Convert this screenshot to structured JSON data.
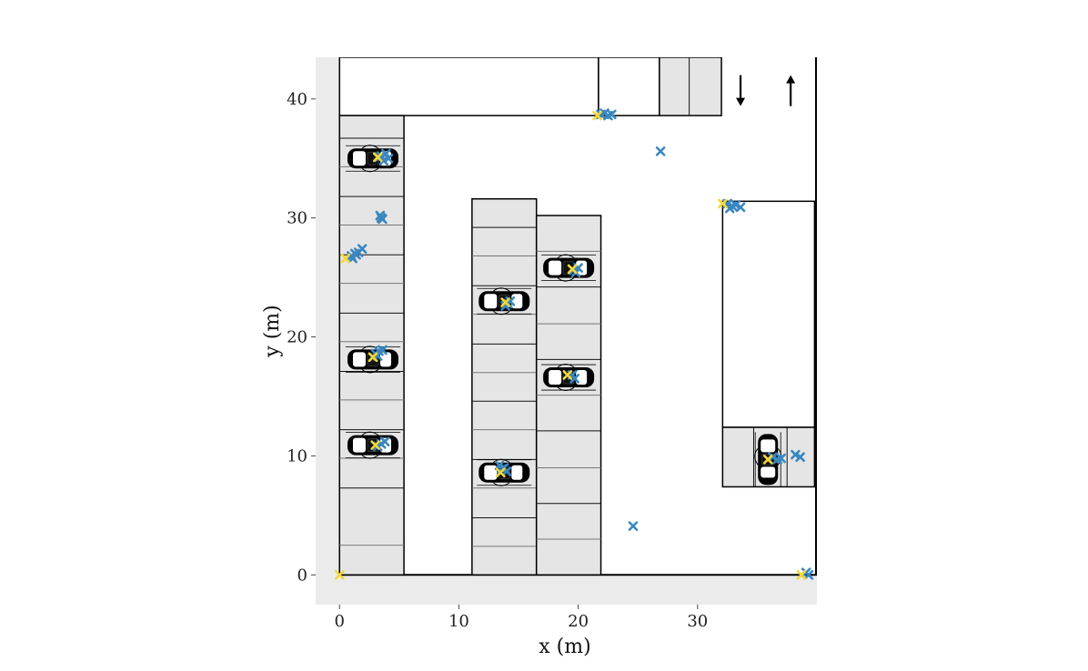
{
  "chart_data": {
    "type": "scatter",
    "xlabel": "x (m)",
    "ylabel": "y (m)",
    "xlim": [
      -2,
      40
    ],
    "ylim": [
      -2.5,
      43.5
    ],
    "x_ticks": [
      0,
      10,
      20,
      30
    ],
    "y_ticks": [
      0,
      10,
      20,
      30,
      40
    ],
    "grid": false,
    "legend": "none",
    "colors": {
      "panel_background": "#ebebeb",
      "map_surface": "#ffffff",
      "parking_area": "#e5e5e5",
      "estimate_marker": "#3a87c0",
      "reference_marker": "#f2d83a"
    },
    "map": {
      "parking_blocks": [
        {
          "x0": 0,
          "x1": 5.4,
          "y0": 0,
          "y1": 38.6,
          "dividers_y": [
            2.5,
            7.3,
            9.8,
            12.2,
            14.7,
            17.1,
            19.6,
            22.0,
            24.5,
            26.9,
            29.4,
            31.8,
            34.3,
            36.7
          ]
        },
        {
          "x0": 11.1,
          "x1": 16.5,
          "y0": 0,
          "y1": 31.6,
          "dividers_y": [
            2.4,
            4.8,
            7.3,
            9.7,
            12.2,
            14.6,
            17.0,
            19.4,
            21.9,
            24.3,
            26.8,
            29.2
          ]
        },
        {
          "x0": 16.5,
          "x1": 21.9,
          "y0": 0,
          "y1": 30.2,
          "dividers_y": [
            3.0,
            6.0,
            9.0,
            12.1,
            15.1,
            18.1,
            21.1,
            24.2,
            27.2
          ]
        },
        {
          "x0": 26.8,
          "x1": 32.0,
          "y0": 38.6,
          "y1": 43.5,
          "dividers_x": [
            29.3
          ]
        },
        {
          "x0": 32.1,
          "x1": 39.8,
          "y0": 7.4,
          "y1": 12.4,
          "dividers_x": [
            34.7,
            37.5
          ]
        }
      ],
      "building_outlines": [
        {
          "x0": 0,
          "x1": 21.7,
          "y0": 38.6,
          "y1": 43.5
        },
        {
          "x0": 21.7,
          "x1": 26.8,
          "y0": 38.6,
          "y1": 43.5
        },
        {
          "x0": 32.1,
          "x1": 39.8,
          "y0": 12.4,
          "y1": 31.4
        }
      ],
      "direction_arrows": [
        {
          "x": 33.6,
          "y_from": 42.0,
          "y_to": 39.4,
          "direction": "down"
        },
        {
          "x": 37.8,
          "y_from": 39.4,
          "y_to": 42.0,
          "direction": "up"
        }
      ],
      "parked_cars": [
        {
          "x": 2.8,
          "y": 35.0,
          "orientation": "horizontal"
        },
        {
          "x": 2.8,
          "y": 18.1,
          "orientation": "horizontal"
        },
        {
          "x": 2.8,
          "y": 10.9,
          "orientation": "horizontal"
        },
        {
          "x": 13.8,
          "y": 23.0,
          "orientation": "horizontal"
        },
        {
          "x": 13.8,
          "y": 8.6,
          "orientation": "horizontal"
        },
        {
          "x": 19.2,
          "y": 25.8,
          "orientation": "horizontal"
        },
        {
          "x": 19.2,
          "y": 16.6,
          "orientation": "horizontal"
        },
        {
          "x": 35.9,
          "y": 9.7,
          "orientation": "vertical"
        }
      ]
    },
    "series": [
      {
        "marker": "x",
        "color": "#3a87c0",
        "points": [
          [
            3.5,
            35.2
          ],
          [
            3.9,
            35.4
          ],
          [
            4.1,
            35.0
          ],
          [
            3.7,
            34.8
          ],
          [
            3.3,
            35.1
          ],
          [
            3.4,
            30.2
          ],
          [
            3.6,
            29.9
          ],
          [
            3.5,
            30.0
          ],
          [
            1.0,
            26.8
          ],
          [
            1.3,
            27.0
          ],
          [
            1.6,
            27.1
          ],
          [
            1.9,
            27.4
          ],
          [
            1.1,
            26.6
          ],
          [
            1.4,
            26.9
          ],
          [
            3.0,
            18.6
          ],
          [
            3.3,
            18.8
          ],
          [
            3.6,
            18.9
          ],
          [
            3.2,
            18.4
          ],
          [
            3.5,
            11.0
          ],
          [
            3.8,
            11.2
          ],
          [
            3.2,
            10.8
          ],
          [
            14.1,
            22.8
          ],
          [
            14.3,
            23.0
          ],
          [
            13.9,
            22.6
          ],
          [
            13.4,
            9.2
          ],
          [
            13.8,
            9.0
          ],
          [
            14.0,
            8.7
          ],
          [
            13.6,
            8.9
          ],
          [
            19.8,
            25.4
          ],
          [
            20.0,
            25.8
          ],
          [
            19.6,
            25.6
          ],
          [
            19.5,
            16.8
          ],
          [
            19.7,
            16.5
          ],
          [
            21.9,
            38.7
          ],
          [
            22.2,
            38.8
          ],
          [
            22.5,
            38.6
          ],
          [
            22.8,
            38.7
          ],
          [
            26.9,
            35.6
          ],
          [
            32.5,
            31.2
          ],
          [
            32.9,
            31.0
          ],
          [
            33.2,
            31.1
          ],
          [
            33.6,
            30.9
          ],
          [
            32.7,
            30.8
          ],
          [
            24.6,
            4.1
          ],
          [
            36.3,
            9.9
          ],
          [
            36.7,
            9.7
          ],
          [
            37.0,
            9.8
          ],
          [
            38.2,
            10.1
          ],
          [
            38.6,
            9.9
          ],
          [
            39.1,
            0.2
          ],
          [
            39.3,
            0.0
          ]
        ]
      },
      {
        "marker": "x",
        "color": "#f2d83a",
        "points": [
          [
            3.2,
            35.1
          ],
          [
            0.5,
            26.6
          ],
          [
            2.8,
            18.3
          ],
          [
            3.0,
            10.9
          ],
          [
            13.9,
            22.9
          ],
          [
            13.5,
            8.6
          ],
          [
            19.5,
            25.7
          ],
          [
            19.1,
            16.8
          ],
          [
            21.6,
            38.6
          ],
          [
            32.1,
            31.2
          ],
          [
            35.9,
            9.7
          ],
          [
            0.0,
            0.0
          ],
          [
            38.7,
            0.0
          ]
        ]
      }
    ]
  }
}
